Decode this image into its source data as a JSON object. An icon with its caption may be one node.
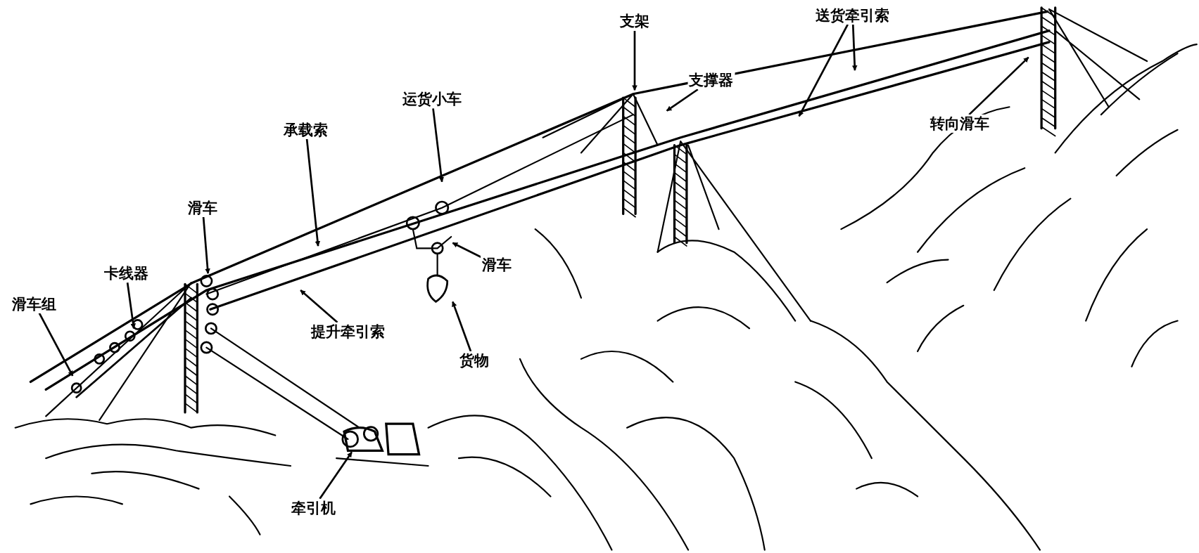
{
  "diagram": {
    "nodes": [
      {
        "text": [
          "送货牵引索"
        ]
      },
      {
        "text": [
          "支架"
        ]
      },
      {
        "text": [
          "支撑器"
        ]
      },
      {
        "text": [
          "运货小车"
        ]
      },
      {
        "text": [
          "转向滑车"
        ]
      },
      {
        "text": [
          "承载索"
        ]
      },
      {
        "text": [
          "滑车"
        ]
      },
      {
        "text": [
          "滑车"
        ]
      },
      {
        "text": [
          "卡线器"
        ]
      },
      {
        "text": [
          "滑车组"
        ]
      },
      {
        "text": [
          "提升牵引索"
        ]
      },
      {
        "text": [
          "货物"
        ]
      },
      {
        "text": [
          "牵引机"
        ]
      }
    ],
    "edges": [
      {
        "from": 0,
        "to": null,
        "arrow": "to"
      },
      {
        "from": 0,
        "to": null,
        "arrow": "to"
      },
      {
        "from": 1,
        "to": null,
        "arrow": "to"
      },
      {
        "from": 2,
        "to": null,
        "arrow": "to"
      },
      {
        "from": 3,
        "to": null,
        "arrow": "to"
      },
      {
        "from": 4,
        "to": null,
        "arrow": "to"
      },
      {
        "from": 5,
        "to": null,
        "arrow": "to"
      },
      {
        "from": 6,
        "to": null,
        "arrow": "to"
      },
      {
        "from": 7,
        "to": null,
        "arrow": "to"
      },
      {
        "from": 8,
        "to": null,
        "arrow": "to"
      },
      {
        "from": 9,
        "to": null,
        "arrow": "to"
      },
      {
        "from": 10,
        "to": null,
        "arrow": "to"
      },
      {
        "from": 11,
        "to": null,
        "arrow": "to"
      },
      {
        "from": 12,
        "to": null,
        "arrow": "to"
      }
    ]
  }
}
